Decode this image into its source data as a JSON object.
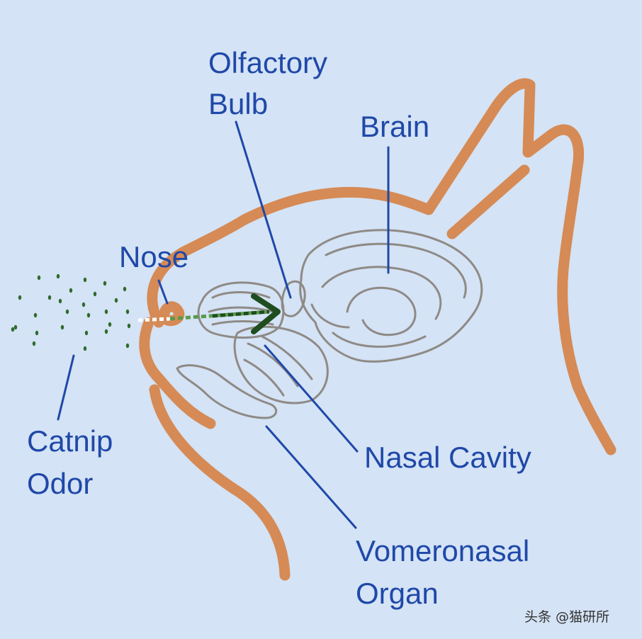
{
  "labels": {
    "olfactory_bulb": [
      "Olfactory",
      "Bulb"
    ],
    "brain": "Brain",
    "nose": "Nose",
    "catnip_odor": [
      "Catnip",
      "Odor"
    ],
    "nasal_cavity": "Nasal Cavity",
    "vomeronasal_organ": [
      "Vomeronasal",
      "Organ"
    ]
  },
  "watermark": "头条 @猫研所",
  "colors": {
    "background": "#d4e3f5",
    "head_outline": "#d68a55",
    "organ_outline": "#8f8a86",
    "label_text": "#1f48a8",
    "odor_dots": "#2f6a2b",
    "airflow_arrow": "#1f4d1f"
  }
}
